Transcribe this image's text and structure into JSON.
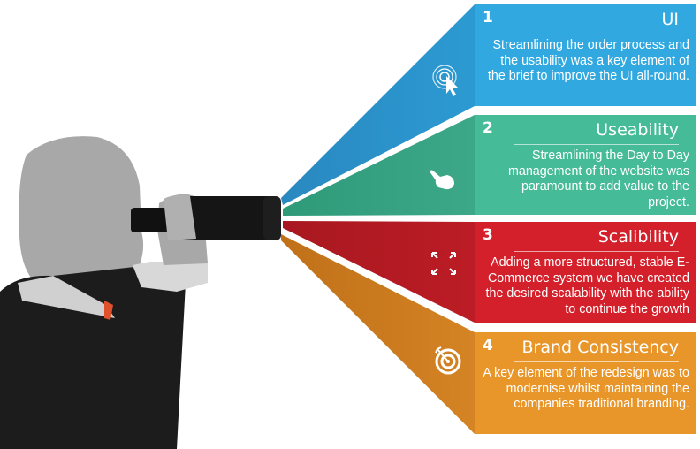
{
  "panels": [
    {
      "number": "1",
      "title": "UI",
      "description": "Streamlining the order process and the usability was a key element of the brief to improve the UI all-round.",
      "icon": "cursor-click-icon",
      "color": "#31a9e0"
    },
    {
      "number": "2",
      "title": "Useability",
      "description": "Streamlining the Day to Day management of the website was paramount to add value to the project.",
      "icon": "pointing-hand-icon",
      "color": "#46bb98"
    },
    {
      "number": "3",
      "title": "Scalibility",
      "description": "Adding a more structured, stable E-Commerce system we have created the desired scalability with the ability to continue the growth",
      "icon": "expand-arrows-icon",
      "color": "#d4202a"
    },
    {
      "number": "4",
      "title": "Brand Consistency",
      "description": "A key element of the redesign was to modernise whilst maintaining the companies traditional branding.",
      "icon": "target-icon",
      "color": "#e8962a"
    }
  ]
}
